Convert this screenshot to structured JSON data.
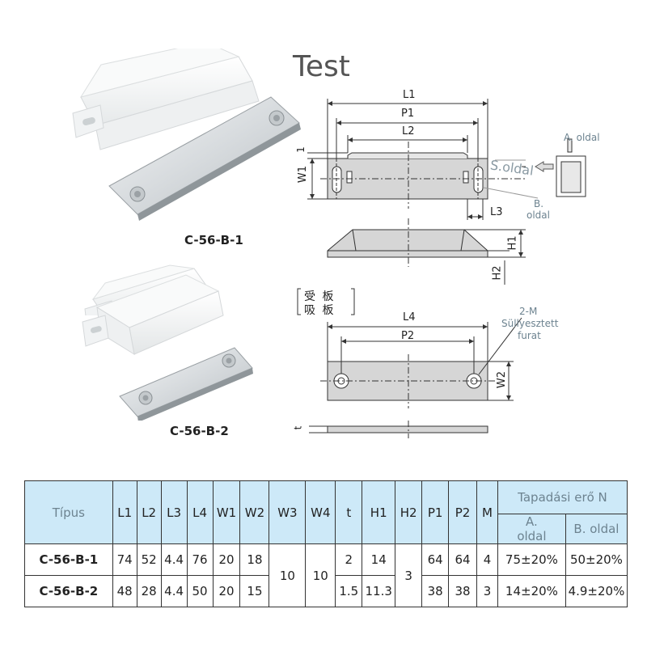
{
  "title": "Test",
  "products": {
    "c1": "C-56-B-1",
    "c2": "C-56-B-2"
  },
  "drawing": {
    "L1": "L1",
    "P1": "P1",
    "L2": "L2",
    "W1": "W1",
    "one": "1",
    "L3": "L3",
    "H1": "H1",
    "H2": "H2",
    "L4": "L4",
    "P2": "P2",
    "W2": "W2",
    "t": "t",
    "a_side": "A. oldal",
    "s_side": "S.oldal",
    "b_side_1": "B.",
    "b_side_2": "oldal",
    "hole_1": "2-M",
    "hole_2": "Süllyesztett",
    "hole_3": "furat",
    "plate_1": "受 板",
    "plate_2": "吸 板"
  },
  "table": {
    "type_header": "Típus",
    "force_header": "Tapadási erő N",
    "a_side_1": "A.",
    "a_side_2": "oldal",
    "b_side": "B. oldal",
    "columns": [
      "L1",
      "L2",
      "L3",
      "L4",
      "W1",
      "W2",
      "W3",
      "W4",
      "t",
      "H1",
      "H2",
      "P1",
      "P2",
      "M"
    ],
    "shared": {
      "w3": "10",
      "w4": "10",
      "h2": "3"
    },
    "rows": [
      {
        "type": "C-56-B-1",
        "L1": "74",
        "L2": "52",
        "L3": "4.4",
        "L4": "76",
        "W1": "20",
        "W2": "18",
        "t": "2",
        "H1": "14",
        "P1": "64",
        "P2": "64",
        "M": "4",
        "A": "75±20%",
        "B": "50±20%"
      },
      {
        "type": "C-56-B-2",
        "L1": "48",
        "L2": "28",
        "L3": "4.4",
        "L4": "50",
        "W1": "20",
        "W2": "15",
        "t": "1.5",
        "H1": "11.3",
        "P1": "38",
        "P2": "38",
        "M": "3",
        "A": "14±20%",
        "B": "4.9±20%"
      }
    ]
  }
}
